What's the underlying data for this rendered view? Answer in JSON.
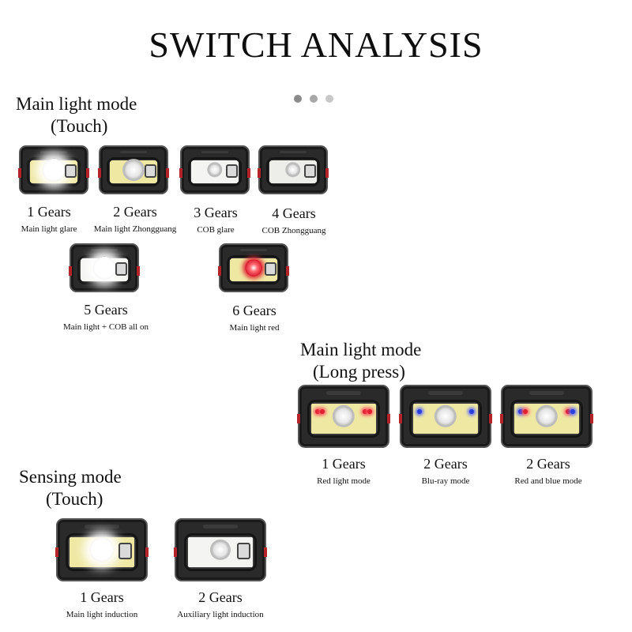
{
  "title": "SWITCH ANALYSIS",
  "carousel_dots": [
    {
      "state": "active"
    },
    {
      "state": "mid"
    },
    {
      "state": "inactive"
    }
  ],
  "sections": {
    "main_touch": {
      "title_line1": "Main light mode",
      "title_line2": "(Touch)",
      "items": [
        {
          "gear": "1 Gears",
          "desc": "Main light glare",
          "lamp": "glare-white"
        },
        {
          "gear": "2 Gears",
          "desc": "Main light Zhongguang",
          "lamp": "medium-yellow"
        },
        {
          "gear": "3 Gears",
          "desc": "COB glare",
          "lamp": "cob-white"
        },
        {
          "gear": "4 Gears",
          "desc": "COB Zhongguang",
          "lamp": "cob-medium"
        },
        {
          "gear": "5 Gears",
          "desc": "Main light + COB all on",
          "lamp": "all-on"
        },
        {
          "gear": "6 Gears",
          "desc": "Main light red",
          "lamp": "red"
        }
      ]
    },
    "main_long": {
      "title_line1": "Main light mode",
      "title_line2": "(Long press)",
      "items": [
        {
          "gear": "1 Gears",
          "desc": "Red light mode",
          "lamp": "red-leds"
        },
        {
          "gear": "2 Gears",
          "desc": "Blu-ray mode",
          "lamp": "blue-leds"
        },
        {
          "gear": "2 Gears",
          "desc": "Red and blue mode",
          "lamp": "red-blue-leds"
        }
      ]
    },
    "sensing": {
      "title_line1": "Sensing mode",
      "title_line2": "(Touch)",
      "items": [
        {
          "gear": "1 Gears",
          "desc": "Main light induction",
          "lamp": "induction-main"
        },
        {
          "gear": "2 Gears",
          "desc": "Auxiliary light induction",
          "lamp": "induction-aux"
        }
      ]
    }
  },
  "colors": {
    "lamp_body": "#2a2a2a",
    "strap_red": "#b4232a",
    "led_red": "#e0202e",
    "led_blue": "#2a3ee0",
    "panel_yellow": "#efe8a3"
  }
}
